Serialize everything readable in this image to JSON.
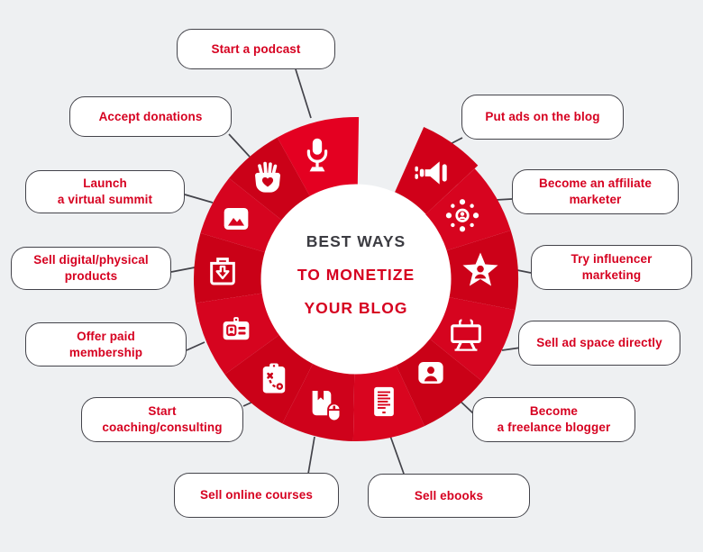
{
  "title": {
    "line1": "BEST WAYS",
    "line2": "TO MONETIZE",
    "line3": "YOUR BLOG"
  },
  "colors": {
    "background": "#eef0f2",
    "ring_red": "#d00019",
    "ring_red_bright": "#e40021",
    "label_red": "#d60120",
    "title_dark": "#3c3c42",
    "box_border": "#43434a",
    "connector_line": "#43434a"
  },
  "items": [
    {
      "key": "podcast",
      "label": "Start a podcast",
      "icon": "microphone-icon"
    },
    {
      "key": "ads",
      "label": "Put ads on the blog",
      "icon": "megaphone-icon"
    },
    {
      "key": "affiliate",
      "label": "Become an affiliate\nmarketer",
      "icon": "affiliate-network-icon"
    },
    {
      "key": "influencer",
      "label": "Try influencer\nmarketing",
      "icon": "influencer-star-icon"
    },
    {
      "key": "adspace",
      "label": "Sell ad space directly",
      "icon": "billboard-icon"
    },
    {
      "key": "freelance",
      "label": "Become\na freelance blogger",
      "icon": "person-card-icon"
    },
    {
      "key": "ebooks",
      "label": "Sell ebooks",
      "icon": "ereader-icon"
    },
    {
      "key": "courses",
      "label": "Sell online courses",
      "icon": "book-and-mouse-icon"
    },
    {
      "key": "coaching",
      "label": "Start\ncoaching/consulting",
      "icon": "strategy-clipboard-icon"
    },
    {
      "key": "membership",
      "label": "Offer paid\nmembership",
      "icon": "id-card-icon"
    },
    {
      "key": "products",
      "label": "Sell digital/physical\nproducts",
      "icon": "download-box-icon"
    },
    {
      "key": "summit",
      "label": "Launch\na virtual summit",
      "icon": "picture-icon"
    },
    {
      "key": "donations",
      "label": "Accept donations",
      "icon": "hand-heart-icon"
    }
  ]
}
